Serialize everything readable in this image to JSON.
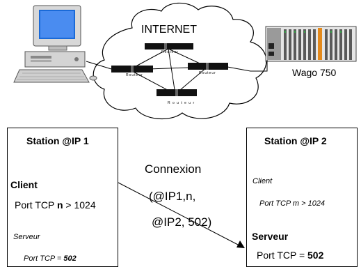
{
  "network": {
    "cloud_label": "INTERNET",
    "router_label": "Routeur",
    "router_label_spaced": "R o u t e u r",
    "wago_label": "Wago 750"
  },
  "station1": {
    "title": "Station @IP 1",
    "client_heading": "Client",
    "client_port_prefix": "Port TCP ",
    "client_port_var": "n",
    "client_port_suffix": " > 1024",
    "server_heading": "Serveur",
    "server_port_prefix": "Port TCP = ",
    "server_port_value": "502"
  },
  "station2": {
    "title": "Station @IP 2",
    "client_heading": "Client",
    "client_port": "Port TCP m > 1024",
    "server_heading": "Serveur",
    "server_port_prefix": "Port TCP = ",
    "server_port_value": "502"
  },
  "connection": {
    "line1": "Connexion",
    "line2": "(@IP1,n,",
    "line3": "@IP2, 502)"
  }
}
